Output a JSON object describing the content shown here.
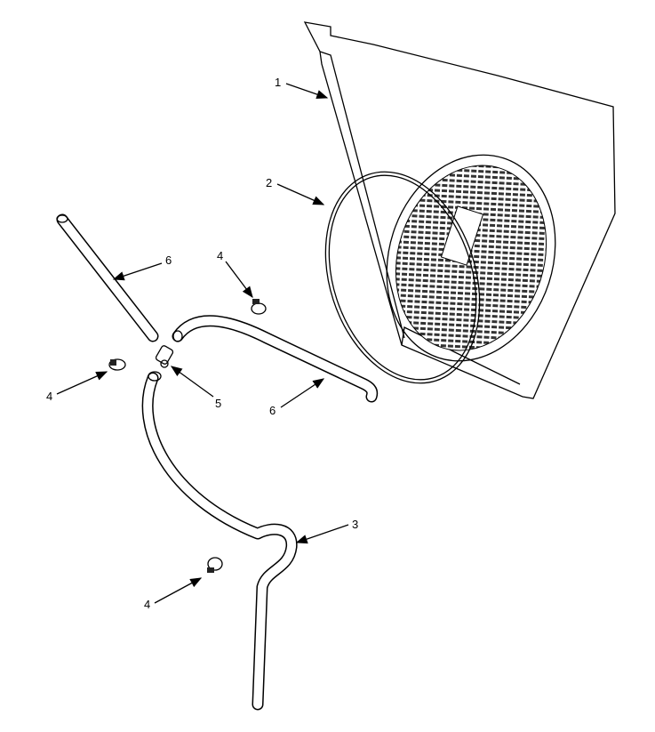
{
  "callouts": {
    "panel": "1",
    "seal_ring": "2",
    "lower_hose": "3",
    "clamp_top": "4",
    "clamp_left": "4",
    "clamp_bottom": "4",
    "fitting": "5",
    "upper_hose": "6",
    "right_hose": "6"
  }
}
